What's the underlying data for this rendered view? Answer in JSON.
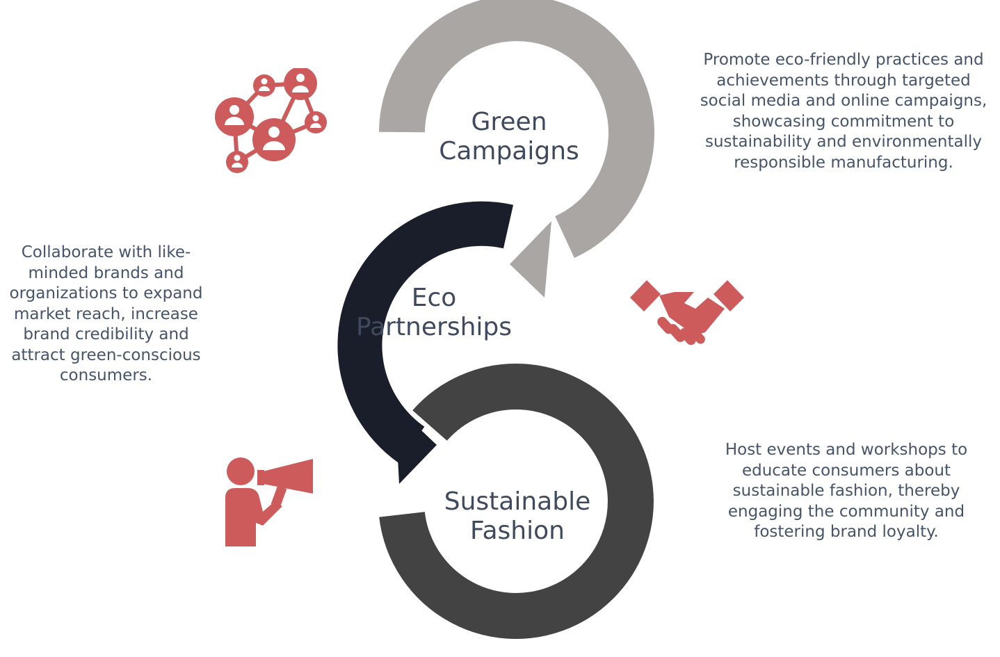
{
  "stages": [
    {
      "line1": "Green",
      "line2": "Campaigns"
    },
    {
      "line1": "Eco",
      "line2": "Partnerships"
    },
    {
      "line1": "Sustainable",
      "line2": "Fashion"
    }
  ],
  "descriptions": {
    "green_campaigns": [
      "Promote eco-friendly practices and",
      "achievements through targeted",
      "social media and online campaigns,",
      "showcasing commitment to",
      "sustainability and environmentally",
      "responsible manufacturing."
    ],
    "eco_partnerships": [
      "Collaborate with like-",
      "minded brands and",
      "organizations to expand",
      "market reach, increase",
      "brand credibility and",
      "attract green-conscious",
      "consumers."
    ],
    "sustainable_fashion": [
      "Host events and workshops to",
      "educate consumers about",
      "sustainable fashion, thereby",
      "engaging the community and",
      "fostering brand loyalty."
    ]
  },
  "icons": [
    "network-people-icon",
    "handshake-icon",
    "megaphone-person-icon"
  ],
  "colors": {
    "ring_top": "#aaa6a4",
    "ring_middle": "#1a1e2a",
    "ring_bottom": "#434343",
    "icon_accent": "#cd5b5b",
    "label_text": "#3f4a5e",
    "body_text": "#46546a"
  }
}
